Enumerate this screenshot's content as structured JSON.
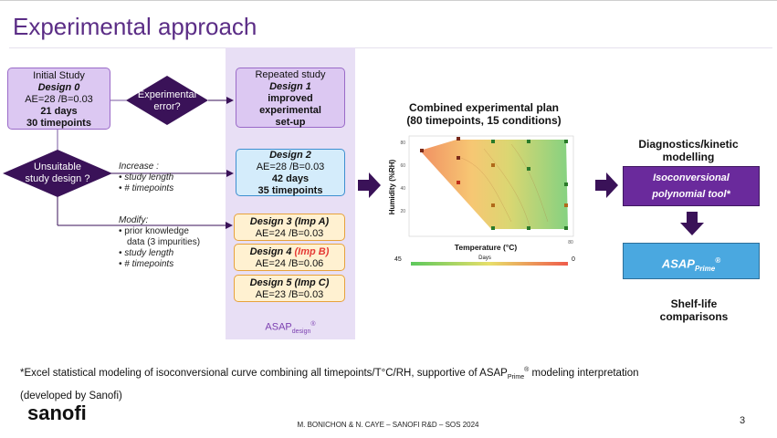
{
  "title": "Experimental approach",
  "initial_study": {
    "l1": "Initial Study",
    "l2": "Design 0",
    "l3": "AE=28 /B=0.03",
    "l4": "21 days",
    "l5": "30 timepoints"
  },
  "decision_error": {
    "l1": "Experimental",
    "l2": "error?"
  },
  "decision_unsuitable": {
    "l1": "Unsuitable",
    "l2": "study design ?"
  },
  "repeated_study": {
    "l1": "Repeated study",
    "l2": "Design 1",
    "l3": "improved",
    "l4": "experimental",
    "l5": "set-up"
  },
  "increase_note": {
    "head": "Increase :",
    "b1": "study length",
    "b2": "# timepoints"
  },
  "modify_note": {
    "head": "Modify:",
    "b1": "prior knowledge",
    "b1b": "data (3 impurities)",
    "b2": "study length",
    "b3": "# timepoints"
  },
  "design2": {
    "l1": "Design 2",
    "l2": "AE=28 /B=0.03",
    "l3": "42 days",
    "l4": "35 timepoints"
  },
  "design3": {
    "name": "Design 3 (Imp A)",
    "params": "AE=24 /B=0.03"
  },
  "design4": {
    "name": "Design 4 ",
    "imp": "(Imp B)",
    "params": "AE=24 /B=0.06"
  },
  "design5": {
    "name": "Design 5 (Imp C)",
    "params": "AE=23 /B=0.03"
  },
  "asap_design": {
    "main": "ASAP",
    "sub": "design",
    "sup": "®"
  },
  "chart": {
    "title_l1": "Combined experimental plan",
    "title_l2": "(80 timepoints, 15 conditions)",
    "ylabel": "Humidity (%RH)",
    "xlabel": "Temperature (°C)",
    "yticks": [
      "80",
      "60",
      "40",
      "20"
    ],
    "x80": "80",
    "legend_left": "45",
    "legend_label": "Days",
    "legend_right": "0"
  },
  "diagnostics": {
    "l1": "Diagnostics/kinetic",
    "l2": "modelling"
  },
  "tool": {
    "l1": "Isoconversional",
    "l2": "polynomial tool*"
  },
  "asap_prime": {
    "main": "ASAP",
    "sub": "Prime",
    "sup": "®"
  },
  "shelf_life": {
    "l1": "Shelf-life",
    "l2": "comparisons"
  },
  "footnote": {
    "part1": "*Excel statistical modeling of isoconversional curve combining all timepoints/T°C/RH, supportive of ASAP",
    "sub": "Prime",
    "sup": "®",
    "part2": " modeling interpretation",
    "line2": "(developed by Sanofi)"
  },
  "logo": "sanofi",
  "footer": "M. BONICHON & N. CAYE – SANOFI R&D – SOS 2024",
  "page_number": "3",
  "colors": {
    "purple": "#5b2d86",
    "diamond": "#3a1258",
    "tool": "#6a2a9c",
    "prime": "#4aa8e0"
  }
}
